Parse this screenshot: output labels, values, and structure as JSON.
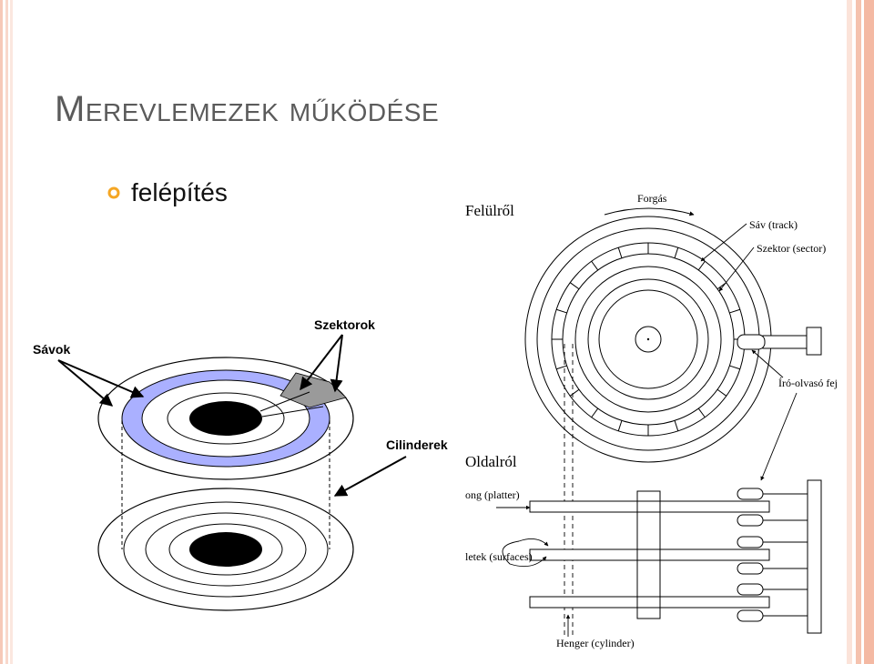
{
  "slide": {
    "title": "Merevlemezek működése",
    "bullet": "felépítés"
  },
  "left_diagram": {
    "labels": {
      "tracks": "Sávok",
      "sectors": "Szektorok",
      "cylinders": "Cilinderek"
    }
  },
  "right_diagram": {
    "top_view": {
      "heading": "Felülről",
      "rotation": "Forgás",
      "track": "Sáv (track)",
      "sector": "Szektor (sector)",
      "head": "Író-olvasó fej"
    },
    "side_view": {
      "heading": "Oldalról",
      "platter": "ong (platter)",
      "surfaces": "letek (surfaces)",
      "cylinder": "Henger (cylinder)"
    }
  },
  "colors": {
    "title": "#5b5b5b",
    "bullet": "#f5a623",
    "band": "#aab0ff",
    "sector": "#9a9a9a",
    "border": "#f4b9a3"
  }
}
